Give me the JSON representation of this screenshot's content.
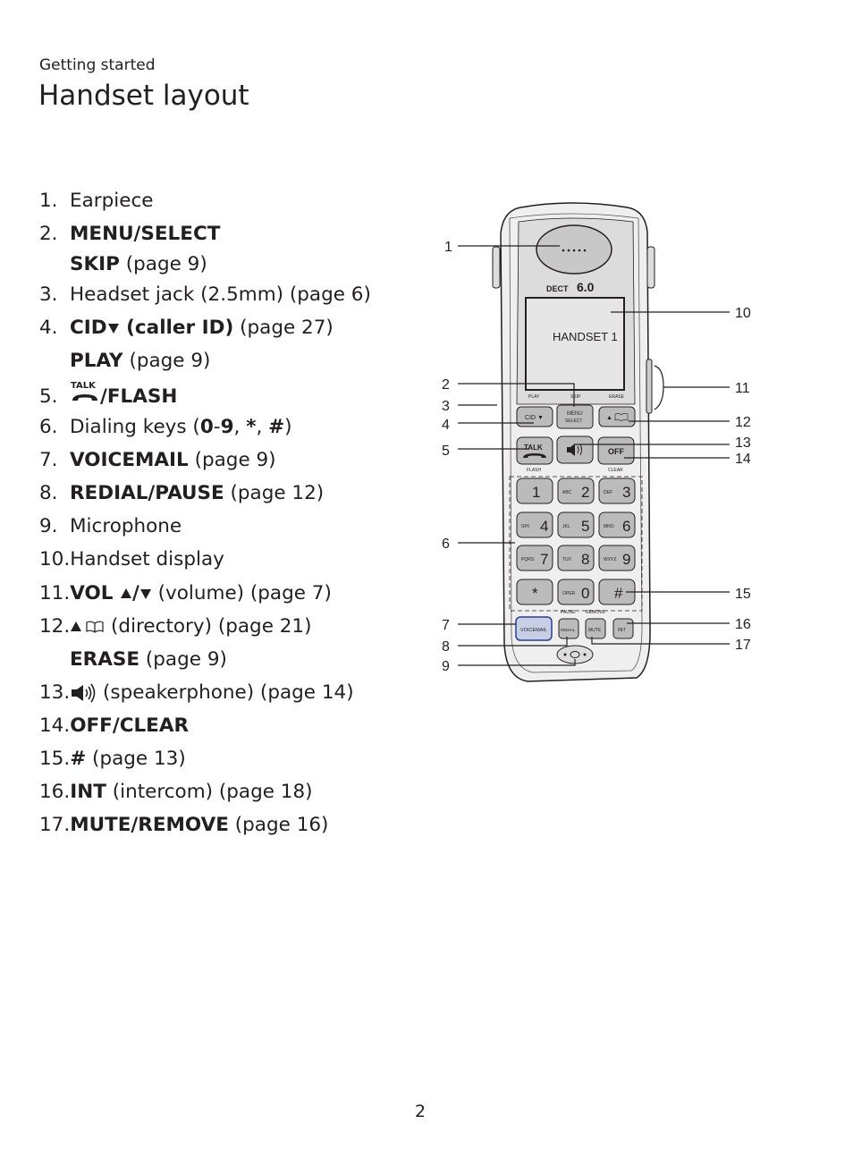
{
  "header": {
    "section": "Getting started",
    "title": "Handset layout"
  },
  "items": [
    {
      "n": "1.",
      "text": "Earpiece"
    },
    {
      "n": "2.",
      "bold": "MENU/SELECT"
    },
    {
      "bold": "SKIP",
      "text": " (page 9)"
    },
    {
      "n": "3.",
      "text": "Headset jack (2.5mm) (page 6)"
    },
    {
      "n": "4.",
      "bold": "CID",
      "bold2": " (caller ID)",
      "text": " (page 27)"
    },
    {
      "bold": "PLAY",
      "text": " (page 9)"
    },
    {
      "n": "5.",
      "bold": "/FLASH",
      "talk": "TALK"
    },
    {
      "n": "6.",
      "text_a": "Dialing keys (",
      "b1": "0",
      "dash": "-",
      "b2": "9",
      "c1": ", ",
      "b3": "*",
      "c2": ", ",
      "b4": "#",
      "end": ")"
    },
    {
      "n": "7.",
      "bold": "VOICEMAIL",
      "text": " (page 9)"
    },
    {
      "n": "8.",
      "bold": "REDIAL/PAUSE",
      "text": " (page 12)"
    },
    {
      "n": "9.",
      "text": "Microphone"
    },
    {
      "n": "10.",
      "text": "Handset display"
    },
    {
      "n": "11.",
      "bold": "VOL ",
      "slash": "/",
      "text": " (volume) (page 7)"
    },
    {
      "n": "12.",
      "text": " (directory) (page 21)"
    },
    {
      "bold": "ERASE",
      "text": " (page 9)"
    },
    {
      "n": "13.",
      "text": " (speakerphone) (page 14)"
    },
    {
      "n": "14.",
      "bold": "OFF/CLEAR"
    },
    {
      "n": "15.",
      "bold": "#",
      "text": " (page 13)"
    },
    {
      "n": "16.",
      "bold": "INT",
      "text": " (intercom) (page 18)"
    },
    {
      "n": "17.",
      "bold": "MUTE/REMOVE",
      "text": " (page 16)"
    }
  ],
  "figure": {
    "brand": "DECT",
    "brand_version": "6.0",
    "display_text": "HANDSET 1",
    "soft_labels": [
      "PLAY",
      "SKIP",
      "ERASE"
    ],
    "nav_keys": [
      "CID ▼",
      "MENU",
      "SELECT",
      "▲"
    ],
    "talk": "TALK",
    "off": "OFF",
    "under_labels": [
      "FLASH",
      "CLEAR"
    ],
    "keypad": [
      {
        "d": "1",
        "l": ""
      },
      {
        "d": "2",
        "l": "ABC"
      },
      {
        "d": "3",
        "l": "DEF"
      },
      {
        "d": "4",
        "l": "GHI"
      },
      {
        "d": "5",
        "l": "JKL"
      },
      {
        "d": "6",
        "l": "MNO"
      },
      {
        "d": "7",
        "l": "PQRS"
      },
      {
        "d": "8",
        "l": "TUV"
      },
      {
        "d": "9",
        "l": "WXYZ"
      },
      {
        "d": "*",
        "l": ""
      },
      {
        "d": "0",
        "l": "OPER"
      },
      {
        "d": "#",
        "l": ""
      }
    ],
    "pause_remove": [
      "PAUSE",
      "REMOVE"
    ],
    "bottom_keys": [
      "VOICEMAIL",
      "REDIAL",
      "MUTE",
      "INT"
    ],
    "callouts": [
      "1",
      "2",
      "3",
      "4",
      "5",
      "6",
      "7",
      "8",
      "9",
      "10",
      "11",
      "12",
      "13",
      "14",
      "15",
      "16",
      "17"
    ]
  },
  "footer": {
    "page": "2"
  }
}
